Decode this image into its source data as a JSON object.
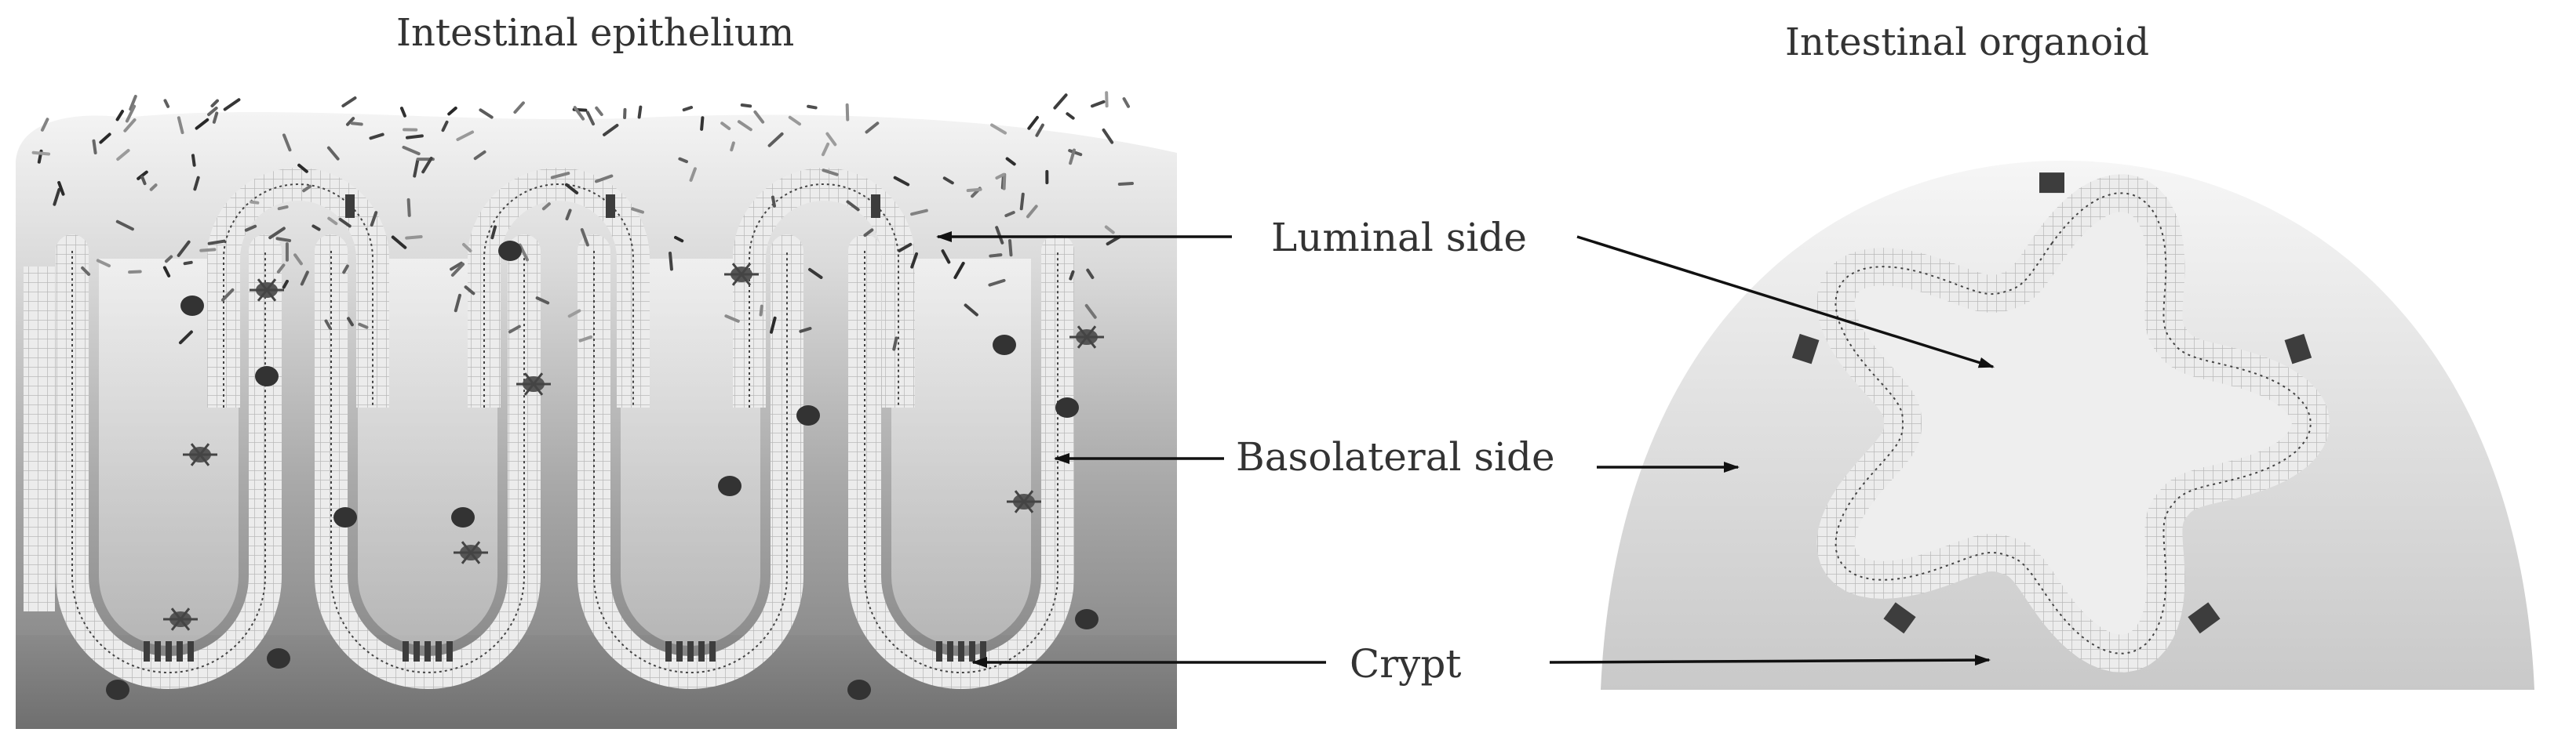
{
  "titles": {
    "left": "Intestinal epithelium",
    "right": "Intestinal organoid"
  },
  "labels": {
    "luminal": "Luminal side",
    "basolateral": "Basolateral side",
    "crypt": "Crypt"
  },
  "colors": {
    "text": "#333333",
    "arrow": "#111111",
    "epithelium_light": "#e9e9e9",
    "tissue_dark": "#7a7a7a",
    "tight_junction": "#4a4a4a"
  }
}
